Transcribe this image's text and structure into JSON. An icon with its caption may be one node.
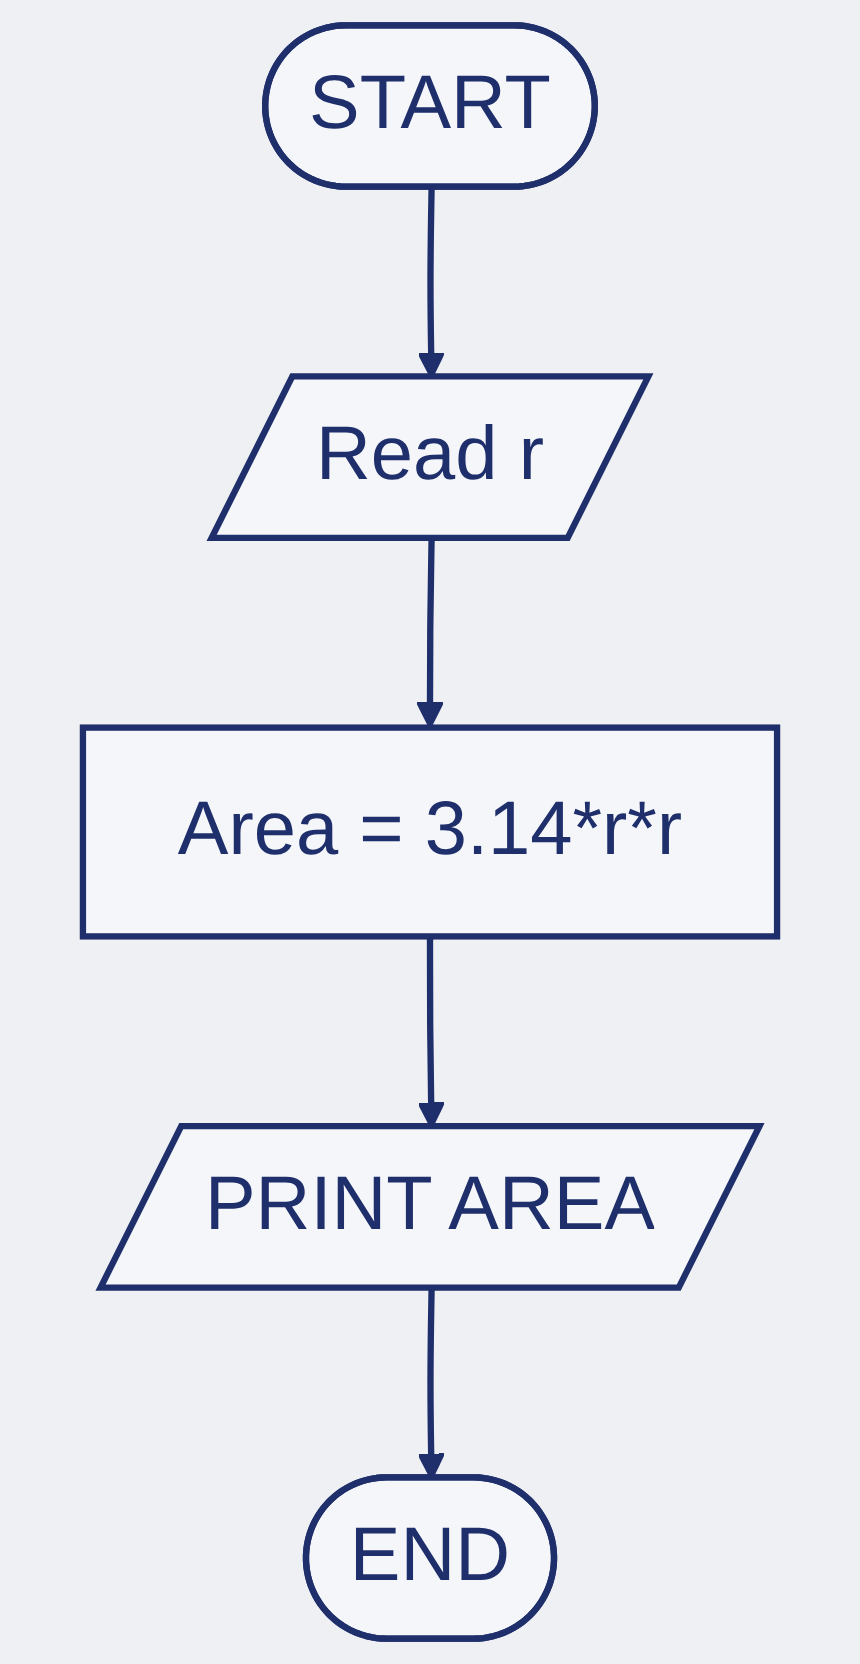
{
  "diagram": {
    "nodes": [
      {
        "text": [
          "START"
        ]
      },
      {
        "text": [
          "Read r"
        ]
      },
      {
        "text": [
          "Area = 3.14*r*r"
        ]
      },
      {
        "text": [
          "PRINT AREA"
        ]
      },
      {
        "text": [
          "END"
        ]
      }
    ],
    "edges": [
      {
        "from": 0,
        "to": 1,
        "arrow": "to"
      },
      {
        "from": 1,
        "to": 2,
        "arrow": "to"
      },
      {
        "from": 2,
        "to": 3,
        "arrow": "to"
      },
      {
        "from": 3,
        "to": 4,
        "arrow": "to"
      }
    ]
  }
}
